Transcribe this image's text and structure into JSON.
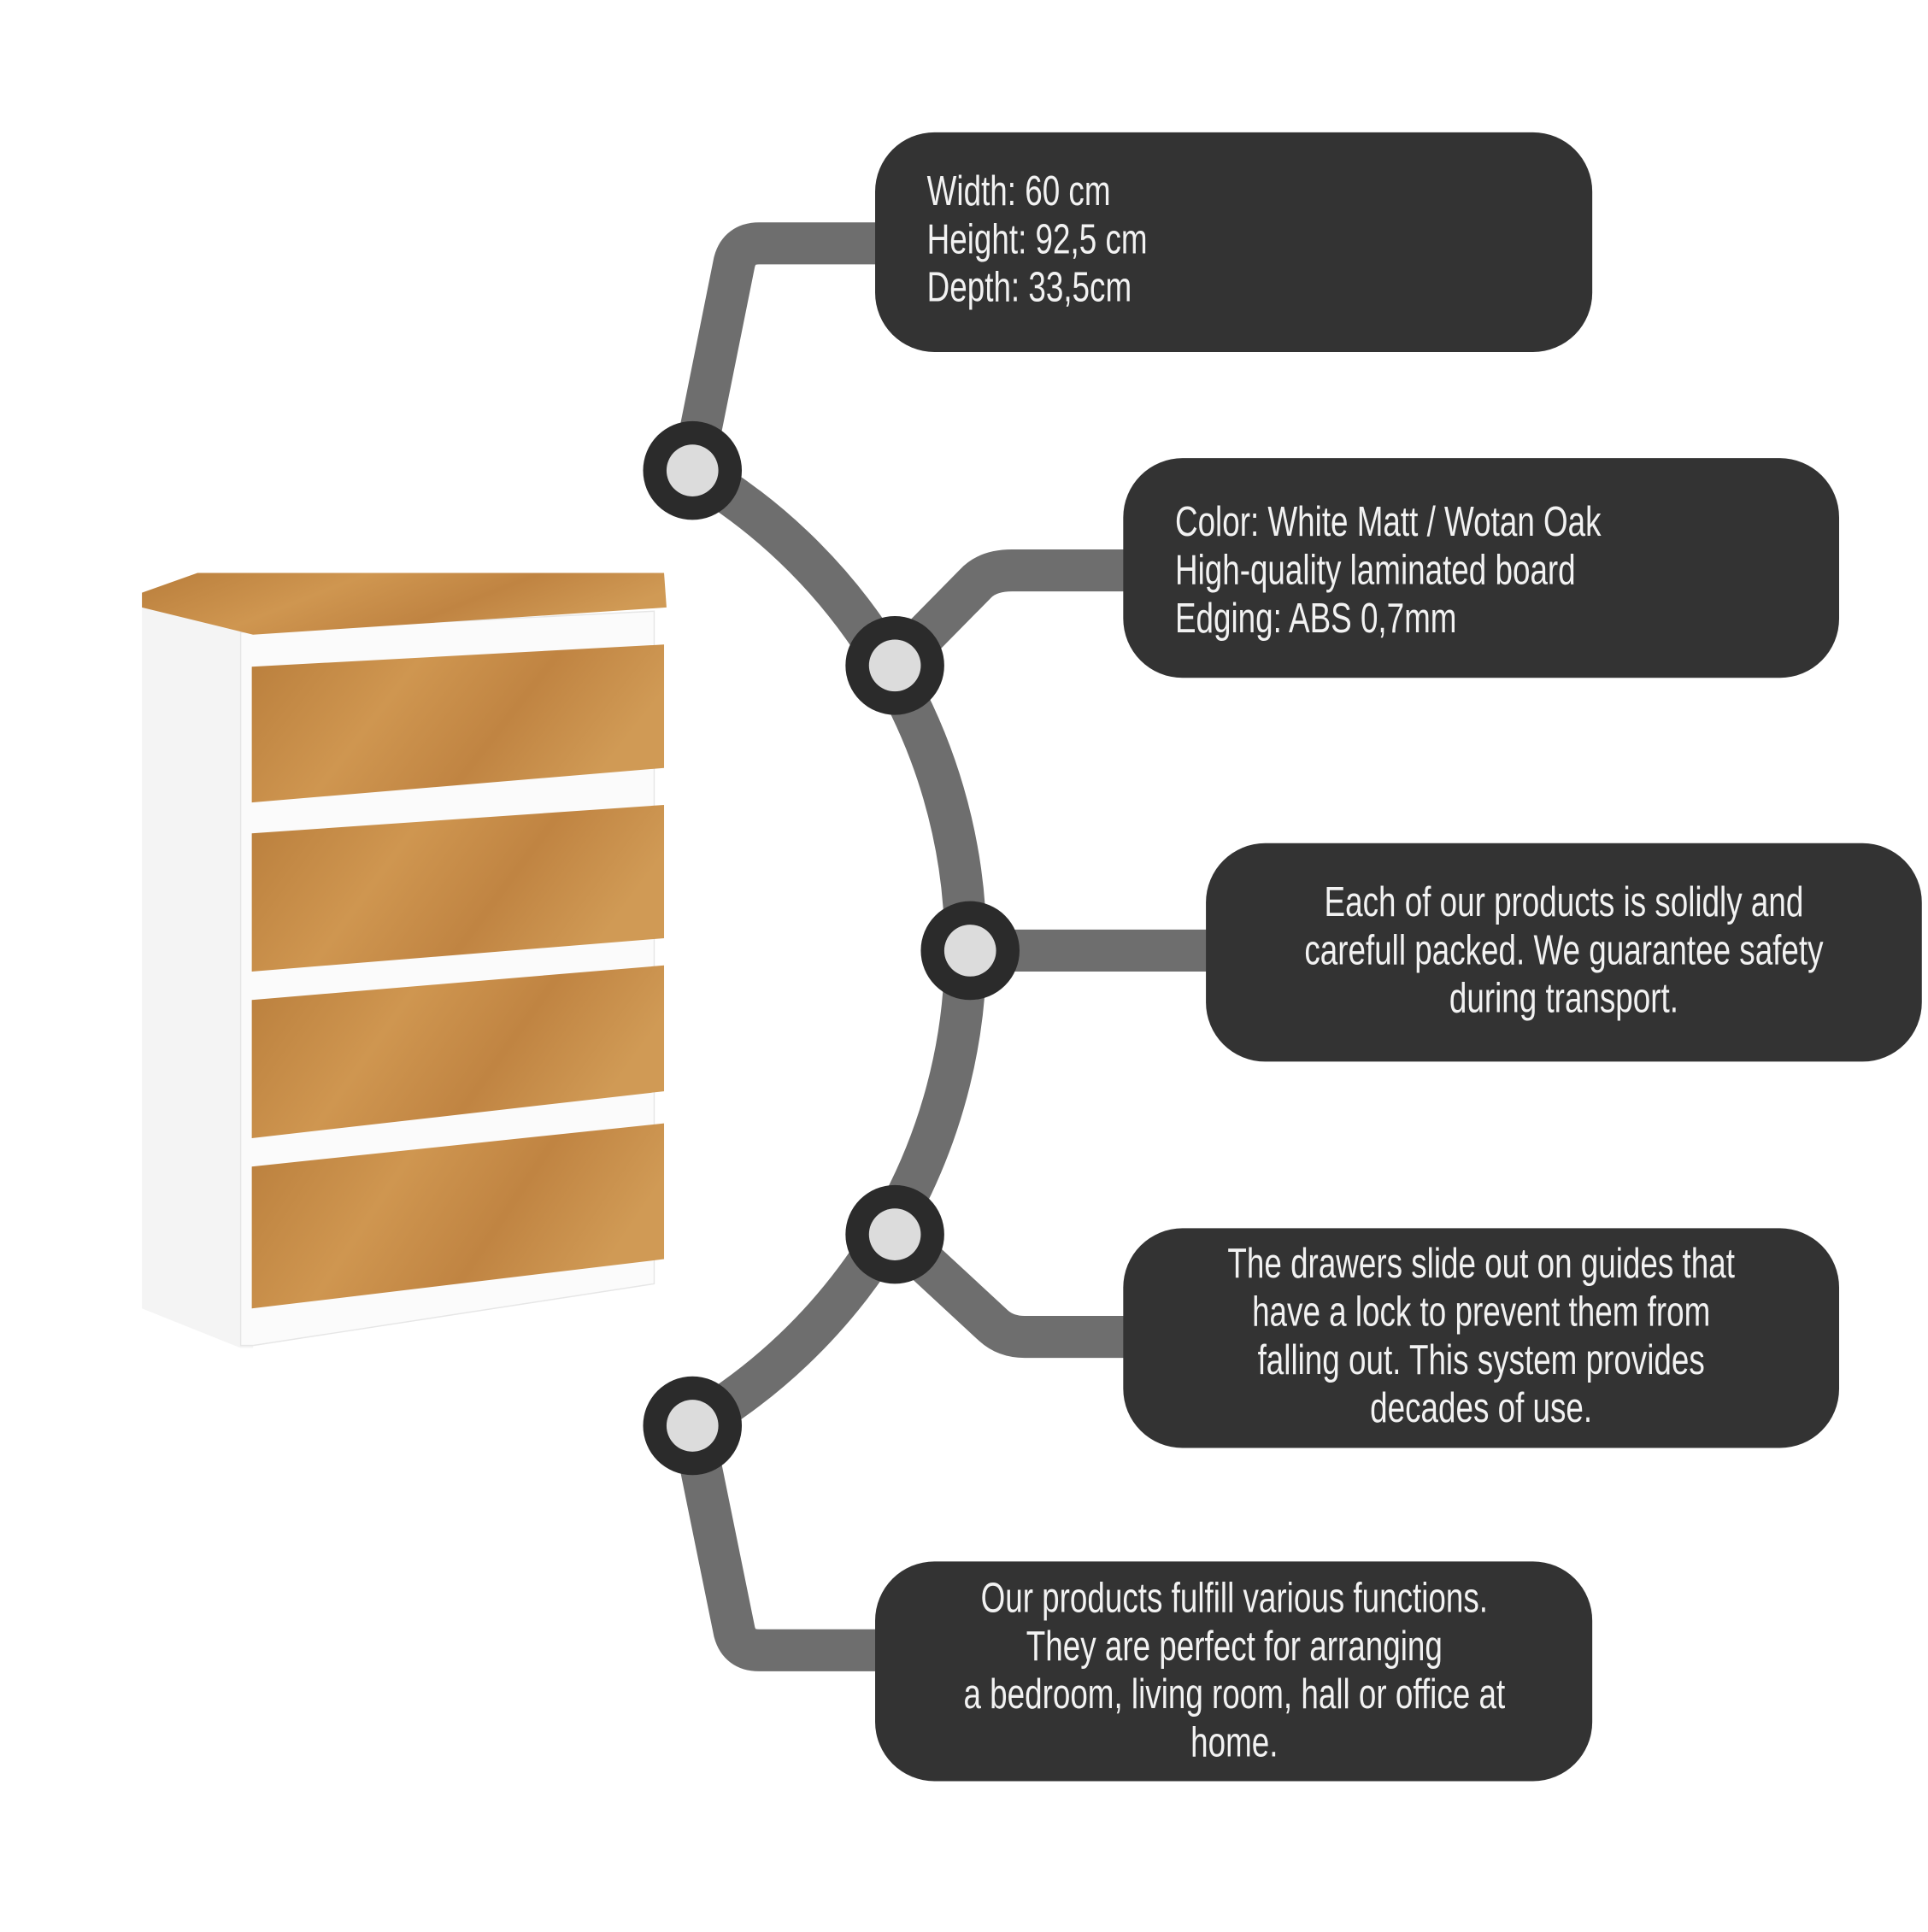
{
  "colors": {
    "box": "#333333",
    "connector": "#6e6e6e",
    "node_outer": "#2b2b2b",
    "node_inner": "#dcdcdc",
    "text": "#f2f2f2",
    "wood": "#c48a45"
  },
  "product": {
    "image": "chest-of-drawers-white-wotan-oak"
  },
  "callouts": [
    {
      "lines": [
        "Width: 60 cm",
        "Height: 92,5 cm",
        "Depth: 33,5cm"
      ]
    },
    {
      "lines": [
        "Color: White Matt / Wotan Oak",
        "High-quality laminated board",
        "Edging: ABS 0,7mm"
      ]
    },
    {
      "lines": [
        "Each of our products is solidly and",
        "carefull packed. We guarantee safety",
        "during transport."
      ]
    },
    {
      "lines": [
        "The drawers slide out on guides that",
        "have a lock to prevent them from",
        "falling out. This system provides",
        "decades of use."
      ]
    },
    {
      "lines": [
        "Our products fulfill various functions.",
        "They are perfect for arranging",
        "a bedroom, living room, hall or office at",
        "home."
      ]
    }
  ]
}
